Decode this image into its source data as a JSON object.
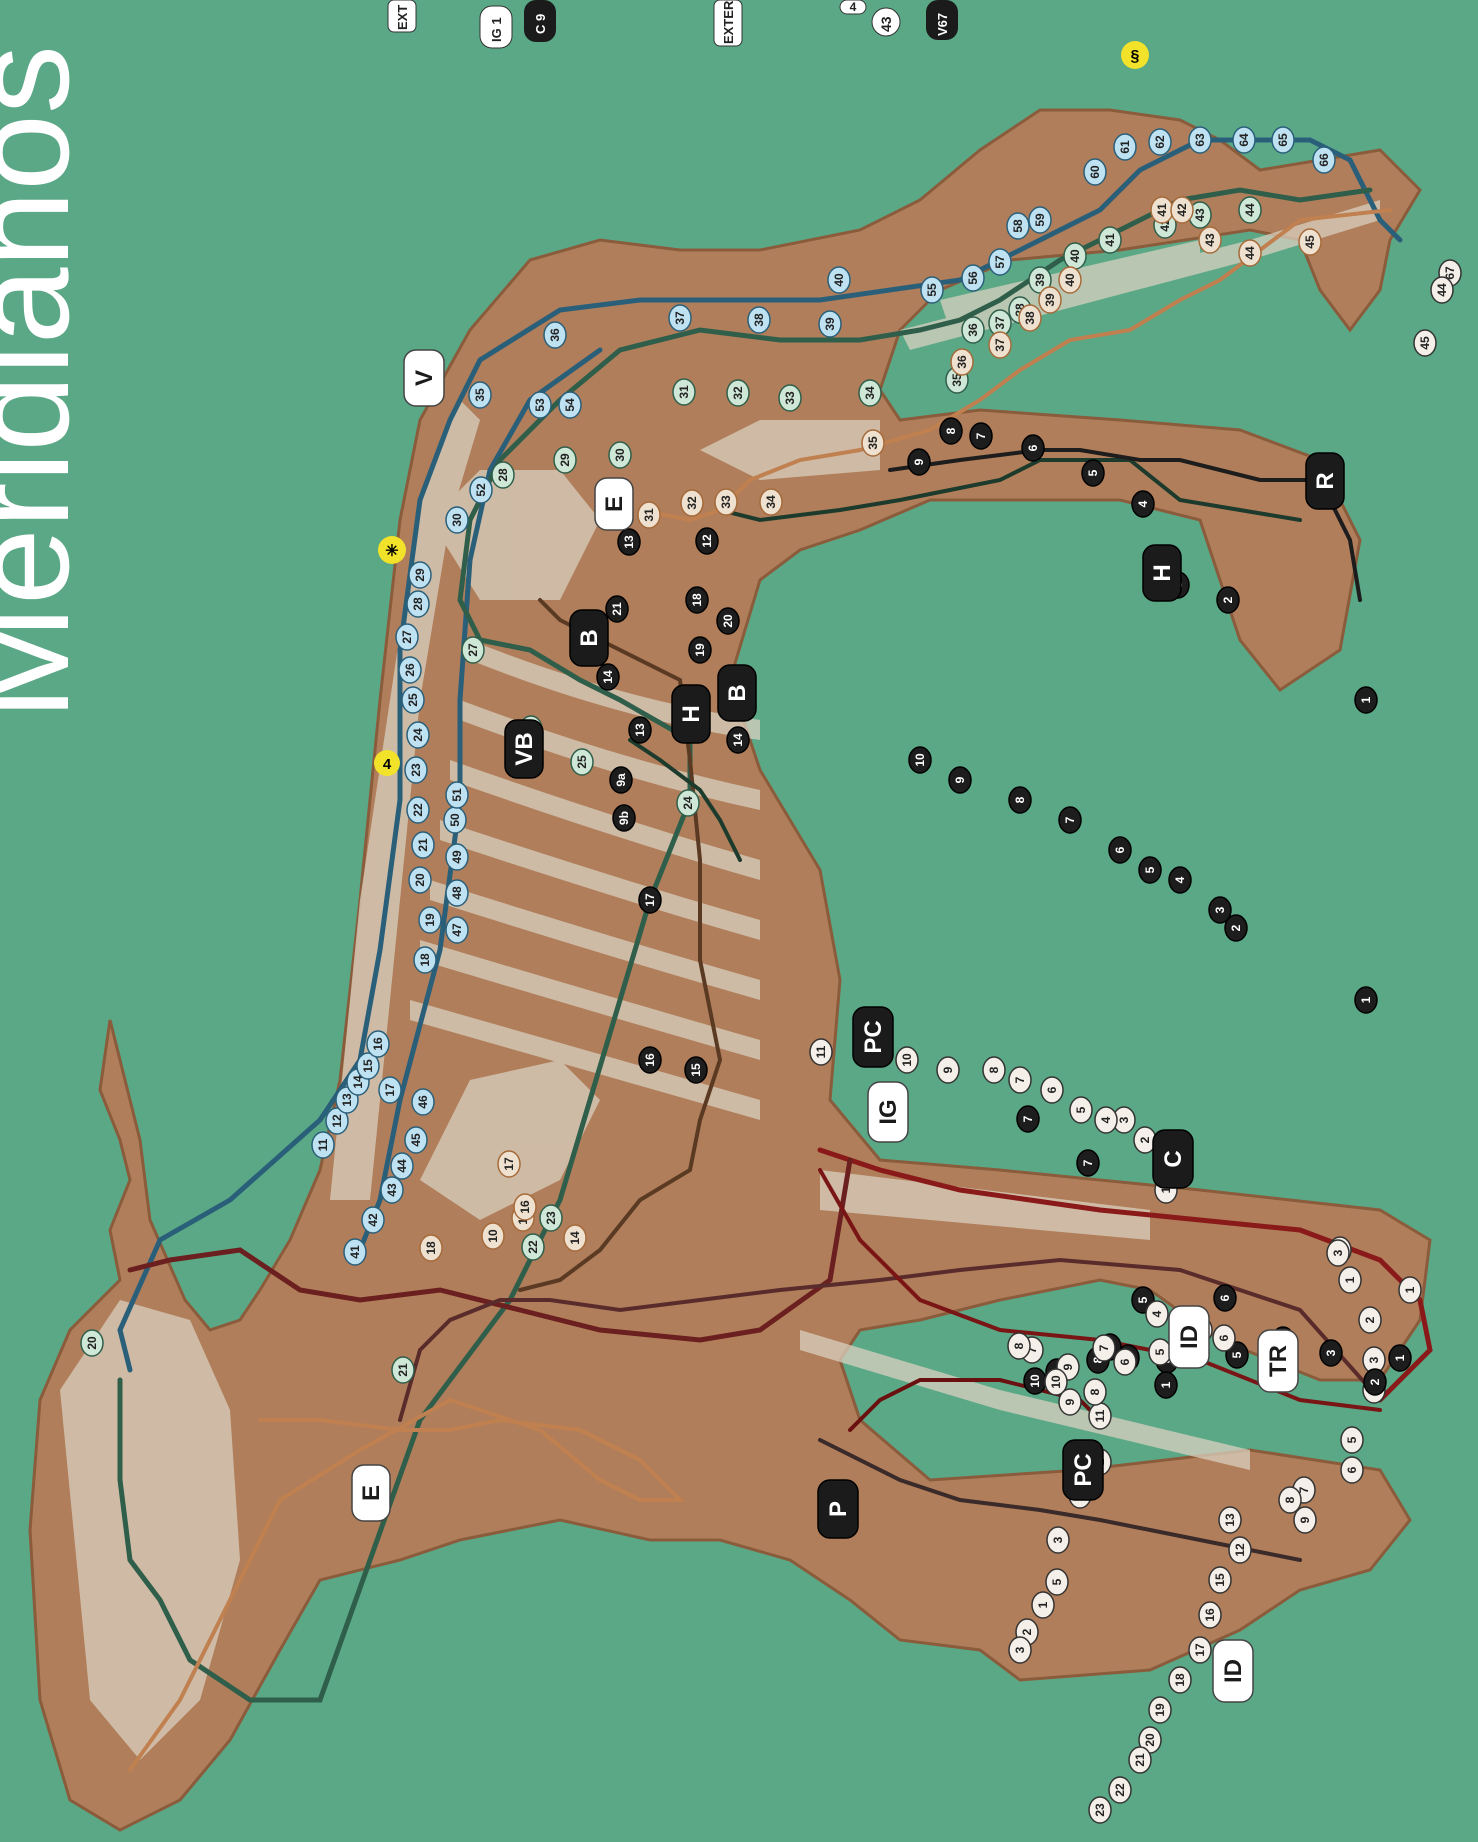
{
  "title": "Meridianos Ca",
  "colors": {
    "background": "#5ba887",
    "body": "#b07e5a",
    "bone": "#d9d0bf",
    "V": "#2a5f7a",
    "VB": "#2f5e4a",
    "E": "#c08050",
    "R": "#1d1d1d",
    "H": "#1d3b2c",
    "B": "#5a3a22",
    "C": "#8a1a1a",
    "ID": "#6b1f1f",
    "TR": "#5a2b2b",
    "PC": "#6a1010",
    "IG": "#7a1515",
    "P": "#3a2a2a"
  },
  "meridian_labels": {
    "V": "V",
    "VB": "VB",
    "E_back": "E",
    "E_front": "E",
    "B_top": "B",
    "B_mid": "B",
    "H_mid": "H",
    "H_leg": "H",
    "R": "R",
    "PC_top": "PC",
    "PC_leg": "PC",
    "IG": "IG",
    "C": "C",
    "ID_top": "ID",
    "ID_leg": "ID",
    "TR": "TR",
    "P": "P"
  },
  "top_edge_labels": [
    "EXT",
    "IG 1",
    "C 9",
    "EXTER",
    "4",
    "43",
    "V67"
  ],
  "special_markers": {
    "star": "✳",
    "yellow_4": "4",
    "yellow_s": "§"
  },
  "V_points_upper": [
    "11",
    "12",
    "13",
    "14",
    "15",
    "16",
    "17",
    "18",
    "19",
    "20",
    "21",
    "22",
    "23",
    "24",
    "25",
    "26",
    "27",
    "28",
    "29",
    "30",
    "35",
    "36"
  ],
  "V_points_lower": [
    "41",
    "42",
    "43",
    "44",
    "45",
    "46",
    "47",
    "48",
    "49",
    "50",
    "51",
    "52",
    "53",
    "54"
  ],
  "V_points_hind": [
    "37",
    "38",
    "39",
    "40",
    "55",
    "56",
    "57",
    "58",
    "59",
    "60",
    "61",
    "62",
    "63",
    "64",
    "65",
    "66"
  ],
  "VB_points": [
    "20",
    "21",
    "22",
    "23",
    "24",
    "25",
    "26",
    "27",
    "28",
    "29",
    "30",
    "31",
    "32",
    "33",
    "34",
    "35",
    "36",
    "37",
    "38",
    "39",
    "40",
    "41",
    "42",
    "43",
    "44"
  ],
  "E_hind_points": [
    "31",
    "32",
    "33",
    "34",
    "35",
    "36",
    "37",
    "38",
    "39",
    "40",
    "41",
    "42",
    "43",
    "44",
    "45"
  ],
  "E_front_points": [
    "10",
    "14",
    "15",
    "16",
    "17",
    "18"
  ],
  "head_points": [
    "1",
    "2",
    "1",
    "2",
    "3",
    "4",
    "5",
    "6",
    "7",
    "8",
    "9",
    "12",
    "13",
    "15",
    "16",
    "17",
    "18",
    "19",
    "20",
    "21",
    "22",
    "23"
  ],
  "hind_foot_points": [
    "67",
    "44",
    "45"
  ],
  "R_points": [
    "1",
    "2",
    "3",
    "4",
    "5",
    "6",
    "7",
    "8",
    "9",
    "10"
  ],
  "H_points": [
    "1",
    "2",
    "3",
    "4",
    "5",
    "6",
    "7",
    "8",
    "9",
    "13",
    "14"
  ],
  "B_points": [
    "1",
    "2",
    "3",
    "4",
    "5",
    "6",
    "7",
    "8",
    "9",
    "10",
    "12",
    "13",
    "14",
    "15",
    "16",
    "17",
    "18",
    "19",
    "20",
    "21",
    "9a",
    "9b"
  ],
  "fore_points_C": [
    "1",
    "4",
    "5",
    "6",
    "7",
    "7"
  ],
  "fore_points_TR": [
    "1",
    "2",
    "3",
    "4",
    "5",
    "6",
    "7",
    "8",
    "9",
    "10",
    "11"
  ],
  "fore_leg_front_points": [
    "3",
    "6",
    "5",
    "4",
    "5",
    "6",
    "7",
    "7",
    "8",
    "9",
    "10",
    "11",
    "8",
    "9",
    "1",
    "2",
    "3",
    "5",
    "1",
    "2",
    "3"
  ]
}
